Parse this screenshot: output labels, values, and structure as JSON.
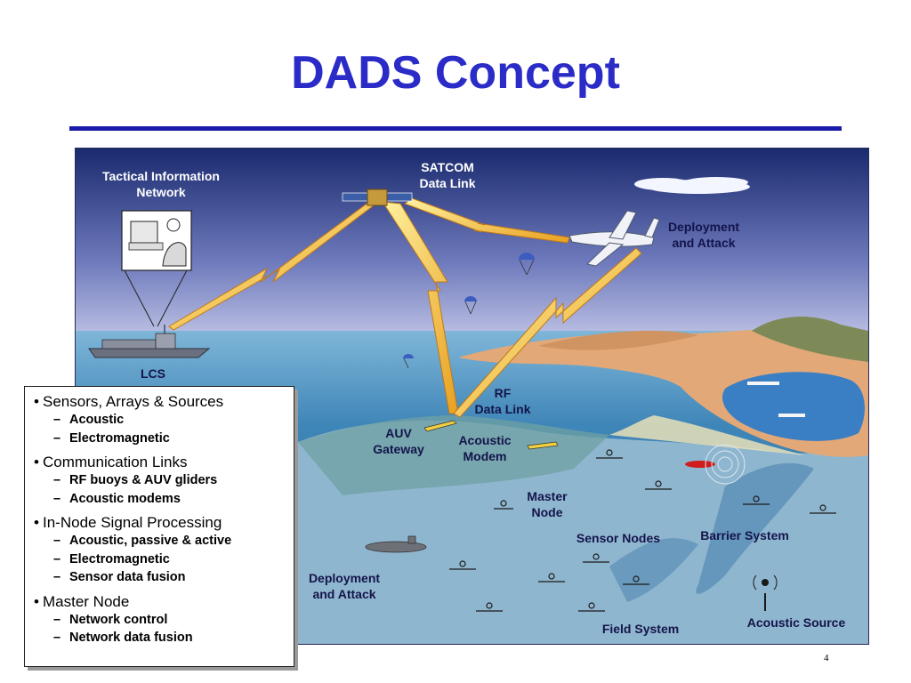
{
  "slide": {
    "title": "DADS Concept",
    "page_number": "4"
  },
  "diagram": {
    "labels": {
      "tactical_line1": "Tactical Information",
      "tactical_line2": "Network",
      "satcom_line1": "SATCOM",
      "satcom_line2": "Data Link",
      "deploy_air_line1": "Deployment",
      "deploy_air_line2": "and Attack",
      "lcs": "LCS",
      "rf_line1": "RF",
      "rf_line2": "Data Link",
      "auv_line1": "AUV",
      "auv_line2": "Gateway",
      "modem_line1": "Acoustic",
      "modem_line2": "Modem",
      "master_line1": "Master",
      "master_line2": "Node",
      "sensor_nodes": "Sensor Nodes",
      "barrier_system": "Barrier System",
      "deploy_sea_line1": "Deployment",
      "deploy_sea_line2": "and Attack",
      "field_system": "Field System",
      "acoustic_source": "Acoustic Source"
    },
    "colors": {
      "sky_top": "#1a2a6e",
      "sky_bottom": "#c9cdea",
      "sea": "#5f9ec3",
      "seabed": "#8fb6cf",
      "land": "#e3a878",
      "lightning": "#f2c84a",
      "label_dark": "#14144a"
    }
  },
  "bullets": [
    {
      "label": "Sensors, Arrays & Sources",
      "items": [
        "Acoustic",
        "Electromagnetic"
      ]
    },
    {
      "label": "Communication Links",
      "items": [
        "RF buoys & AUV gliders",
        "Acoustic modems"
      ]
    },
    {
      "label": "In-Node Signal Processing",
      "items": [
        "Acoustic, passive & active",
        "Electromagnetic",
        "Sensor data fusion"
      ]
    },
    {
      "label": "Master Node",
      "items": [
        "Network control",
        "Network data fusion"
      ]
    }
  ]
}
